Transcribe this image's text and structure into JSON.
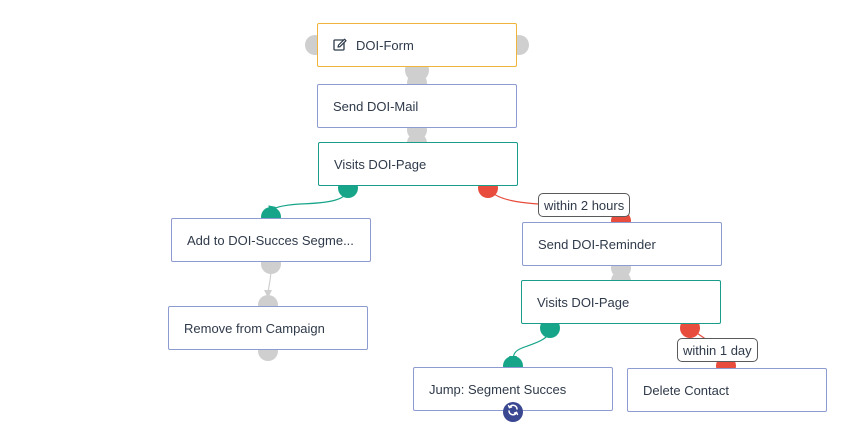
{
  "nodes": {
    "doi_form": {
      "label": "DOI-Form",
      "icon": "edit-icon"
    },
    "send_doi_mail": {
      "label": "Send DOI-Mail"
    },
    "visits_doi_page_1": {
      "label": "Visits DOI-Page"
    },
    "add_to_segment": {
      "label": "Add to DOI-Succes Segme..."
    },
    "remove_from_campaign": {
      "label": "Remove from Campaign"
    },
    "send_doi_reminder": {
      "label": "Send DOI-Reminder"
    },
    "visits_doi_page_2": {
      "label": "Visits DOI-Page"
    },
    "jump_segment": {
      "label": "Jump: Segment Succes",
      "badge_icon": "refresh-icon"
    },
    "delete_contact": {
      "label": "Delete Contact"
    }
  },
  "edge_labels": {
    "within_2_hours": "within 2 hours",
    "within_1_day": "within 1 day"
  },
  "colors": {
    "trigger_border": "#f0b43a",
    "action_border": "#8e9bd0",
    "condition_border": "#1a9c8a",
    "yes_branch": "#17a589",
    "no_branch": "#e74c3c",
    "neutral_port": "#cfcfcf",
    "jump_badge": "#3a4791"
  }
}
